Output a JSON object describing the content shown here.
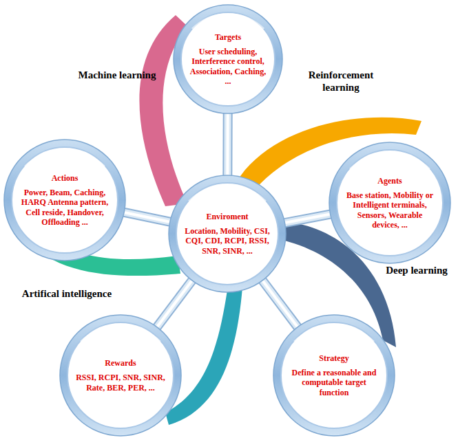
{
  "diagram": {
    "nodes": [
      {
        "text": [
          "Targets",
          "User scheduling, Interference control, Association, Caching, ..."
        ]
      },
      {
        "text": [
          "Actions",
          "Power, Beam, Caching, HARQ Antenna pattern, Cell reside, Handover, Offloading ..."
        ]
      },
      {
        "text": [
          "Enviroment",
          "Location, Mobility, CSI, CQI, CDI, RCPI, RSSI, SNR, SINR, ..."
        ]
      },
      {
        "text": [
          "Agents",
          "Base station, Mobility or Intelligent terminals, Sensors, Wearable devices, ..."
        ]
      },
      {
        "text": [
          "Rewards",
          "RSSI, RCPI, SNR, SINR, Rate, BER, PER, ..."
        ]
      },
      {
        "text": [
          "Strategy",
          "Define a reasonable and computable target function"
        ]
      }
    ],
    "edges": [
      {
        "from": 2,
        "to": 0,
        "arrow": "none"
      },
      {
        "from": 2,
        "to": 1,
        "arrow": "none"
      },
      {
        "from": 2,
        "to": 3,
        "arrow": "none"
      },
      {
        "from": 2,
        "to": 4,
        "arrow": "none"
      },
      {
        "from": 2,
        "to": 5,
        "arrow": "none"
      }
    ],
    "labels": [
      "Machine learning",
      "Reinforcement learning",
      "Deep learning",
      "Artifical intelligence"
    ]
  }
}
